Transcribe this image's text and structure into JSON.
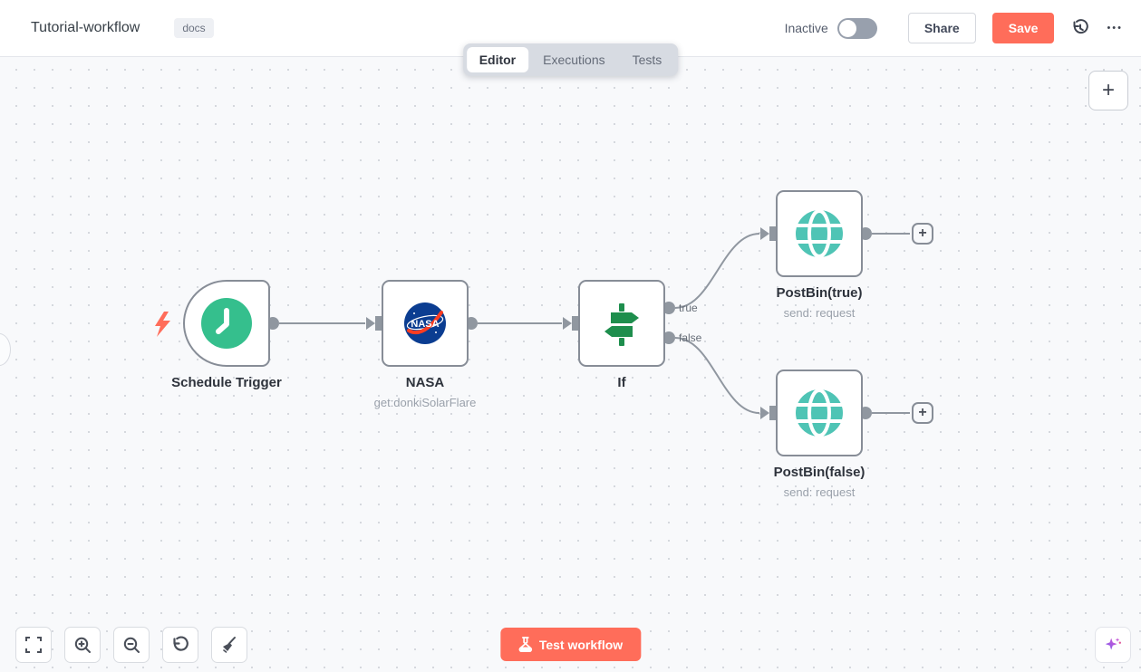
{
  "header": {
    "title": "Tutorial-workflow",
    "tag": "docs",
    "status_label": "Inactive",
    "share_label": "Share",
    "save_label": "Save"
  },
  "tabs": [
    {
      "label": "Editor",
      "active": true
    },
    {
      "label": "Executions",
      "active": false
    },
    {
      "label": "Tests",
      "active": false
    }
  ],
  "canvas": {
    "nodes": [
      {
        "name": "Schedule Trigger",
        "subtitle": "",
        "type": "schedule-trigger"
      },
      {
        "name": "NASA",
        "subtitle": "get:donkiSolarFlare",
        "type": "nasa"
      },
      {
        "name": "If",
        "subtitle": "",
        "type": "if",
        "outputs": [
          "true",
          "false"
        ]
      },
      {
        "name": "PostBin(true)",
        "subtitle": "send: request",
        "type": "http-request"
      },
      {
        "name": "PostBin(false)",
        "subtitle": "send: request",
        "type": "http-request"
      }
    ],
    "port_labels": {
      "true": "true",
      "false": "false"
    }
  },
  "footer": {
    "test_button_label": "Test workflow"
  },
  "icons": {
    "plus": "+",
    "more": "•••"
  },
  "colors": {
    "accent": "#ff6d5a",
    "trigger_green": "#35bf8d",
    "globe_teal": "#4fc4b5",
    "if_green": "#1e8e4d",
    "nasa_blue": "#0b3d91",
    "nasa_red": "#fc3d21",
    "edge_gray": "#9097a0",
    "canvas_bg": "#f8f9fb"
  }
}
